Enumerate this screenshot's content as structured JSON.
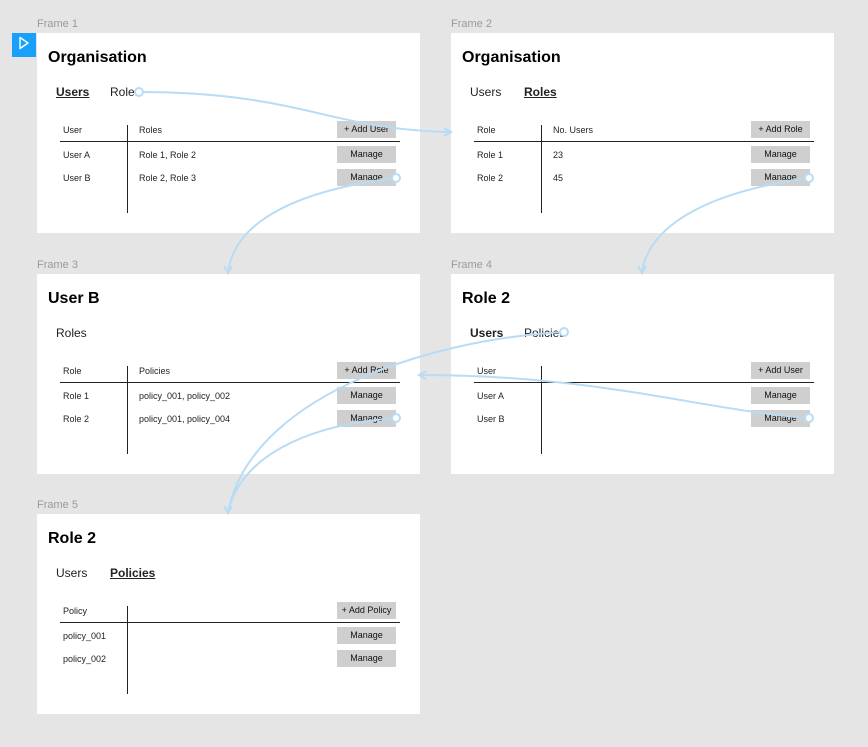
{
  "colors": {
    "canvas": "#e5e5e5",
    "accent": "#18a0fb",
    "link": "#b8dcf5",
    "button": "#cfcfcf"
  },
  "play_icon": "play-icon",
  "frames": [
    {
      "label": "Frame 1",
      "title": "Organisation",
      "tabs": [
        {
          "label": "Users",
          "active": true
        },
        {
          "label": "Roles",
          "active": false
        }
      ],
      "columns": [
        "User",
        "Roles"
      ],
      "action_button": "+ Add User",
      "rows": [
        {
          "c1": "User A",
          "c2": "Role 1, Role 2",
          "action": "Manage"
        },
        {
          "c1": "User B",
          "c2": "Role 2, Role 3",
          "action": "Manage"
        }
      ]
    },
    {
      "label": "Frame 2",
      "title": "Organisation",
      "tabs": [
        {
          "label": "Users",
          "active": false
        },
        {
          "label": "Roles",
          "active": true
        }
      ],
      "columns": [
        "Role",
        "No. Users"
      ],
      "action_button": "+ Add Role",
      "rows": [
        {
          "c1": "Role 1",
          "c2": "23",
          "action": "Manage"
        },
        {
          "c1": "Role 2",
          "c2": "45",
          "action": "Manage"
        }
      ]
    },
    {
      "label": "Frame 3",
      "title": "User B",
      "tabs": [
        {
          "label": "Roles",
          "active": false
        }
      ],
      "columns": [
        "Role",
        "Policies"
      ],
      "action_button": "+ Add Role",
      "rows": [
        {
          "c1": "Role 1",
          "c2": "policy_001, policy_002",
          "action": "Manage"
        },
        {
          "c1": "Role 2",
          "c2": "policy_001, policy_004",
          "action": "Manage"
        }
      ]
    },
    {
      "label": "Frame 4",
      "title": "Role 2",
      "tabs": [
        {
          "label": "Users",
          "active": true
        },
        {
          "label": "Policies",
          "active": false
        }
      ],
      "columns": [
        "User",
        ""
      ],
      "action_button": "+ Add User",
      "rows": [
        {
          "c1": "User A",
          "c2": "",
          "action": "Manage"
        },
        {
          "c1": "User B",
          "c2": "",
          "action": "Manage"
        }
      ]
    },
    {
      "label": "Frame 5",
      "title": "Role 2",
      "tabs": [
        {
          "label": "Users",
          "active": false
        },
        {
          "label": "Policies",
          "active": true
        }
      ],
      "columns": [
        "Policy",
        ""
      ],
      "action_button": "+ Add Policy",
      "rows": [
        {
          "c1": "policy_001",
          "c2": "",
          "action": "Manage"
        },
        {
          "c1": "policy_002",
          "c2": "",
          "action": "Manage"
        }
      ]
    }
  ]
}
